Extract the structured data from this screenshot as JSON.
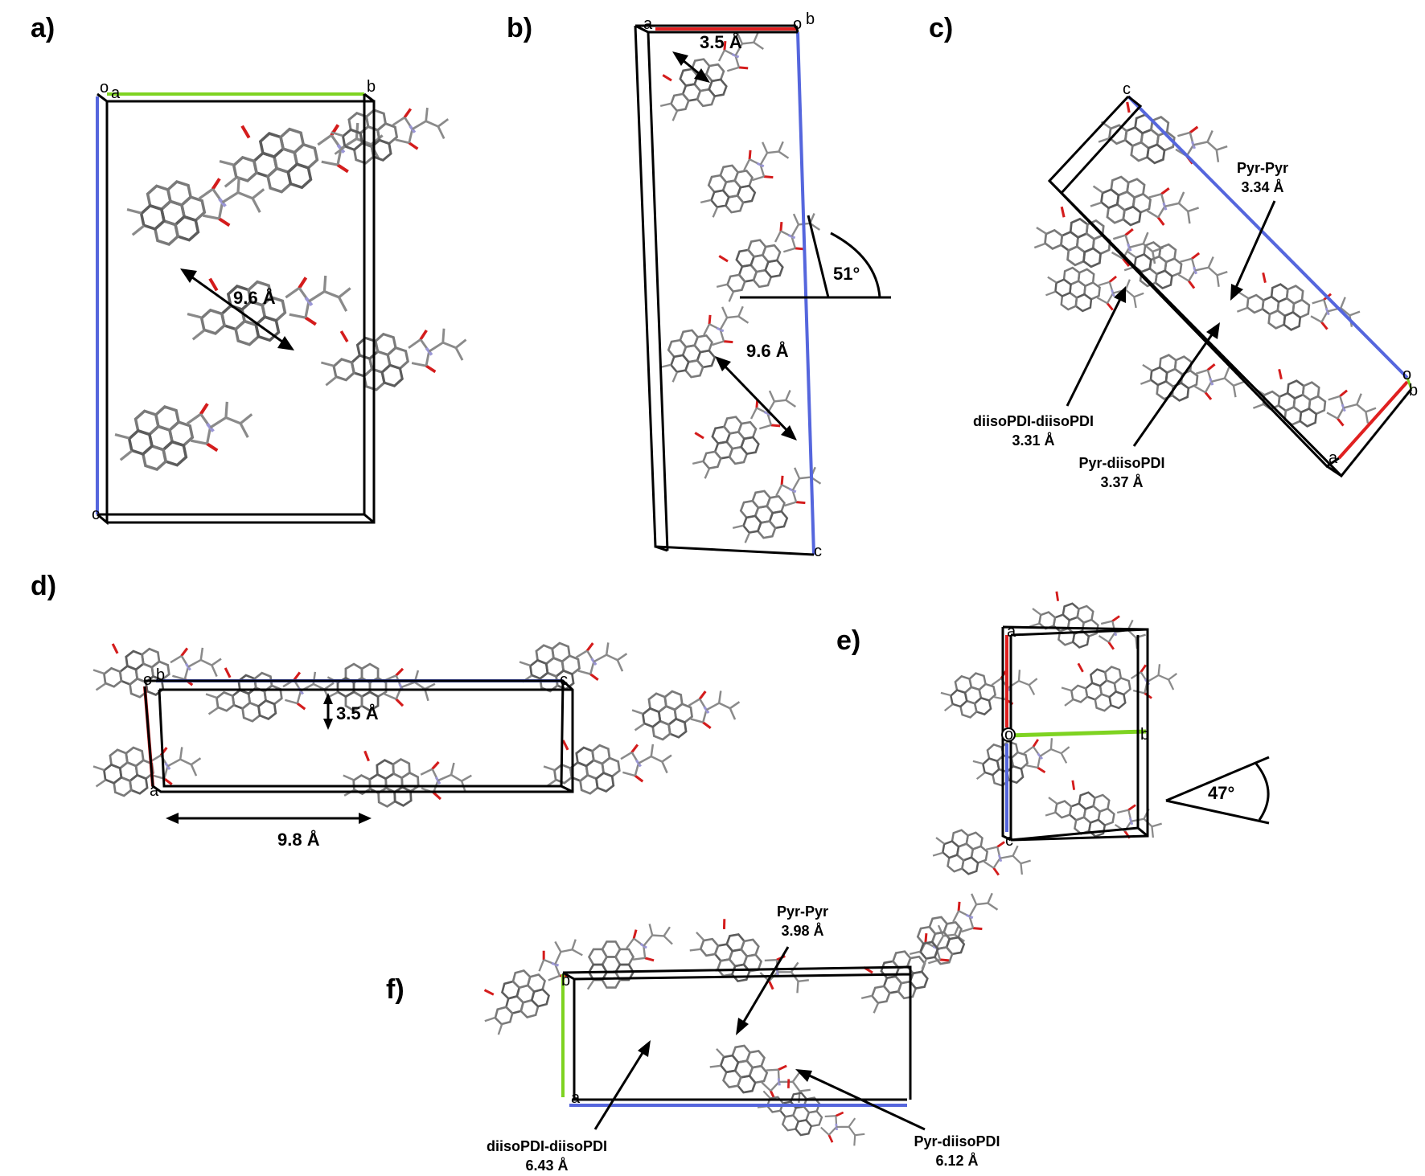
{
  "panels": {
    "a": {
      "label": "a)",
      "axes": {
        "o": "o",
        "a": "a",
        "b": "b",
        "c": "c"
      },
      "distance": "9.6 Å"
    },
    "b": {
      "label": "b)",
      "axes": {
        "a": "a",
        "o": "o",
        "b": "b",
        "c": "c"
      },
      "stack_distance": "3.5 Å",
      "distance": "9.6 Å",
      "angle": "51°"
    },
    "c": {
      "label": "c)",
      "axes": {
        "c": "c",
        "o": "o",
        "b": "b",
        "a": "a"
      },
      "pyr_pyr": {
        "name": "Pyr-Pyr",
        "value": "3.34 Å"
      },
      "diiso": {
        "name": "diisoPDI-diisoPDI",
        "value": "3.31 Å"
      },
      "pyr_diiso": {
        "name": "Pyr-diisoPDI",
        "value": "3.37 Å"
      }
    },
    "d": {
      "label": "d)",
      "axes": {
        "o": "o",
        "b": "b",
        "c": "c",
        "a": "a"
      },
      "stack_distance": "3.5 Å",
      "distance": "9.8 Å"
    },
    "e": {
      "label": "e)",
      "axes": {
        "a": "a",
        "o": "o",
        "b": "b",
        "c": "c"
      },
      "angle": "47°"
    },
    "f": {
      "label": "f)",
      "axes": {
        "b": "b",
        "a": "a"
      },
      "pyr_pyr": {
        "name": "Pyr-Pyr",
        "value": "3.98 Å"
      },
      "diiso": {
        "name": "diisoPDI-diisoPDI",
        "value": "6.43 Å"
      },
      "pyr_diiso": {
        "name": "Pyr-diisoPDI",
        "value": "6.12 Å"
      }
    }
  },
  "colors": {
    "axis_a": "#e02020",
    "axis_b": "#7ed321",
    "axis_c": "#5566dd",
    "oxygen": "#d41c1c",
    "nitrogen": "#9a96d6",
    "carbon": "#8a8a8a"
  }
}
